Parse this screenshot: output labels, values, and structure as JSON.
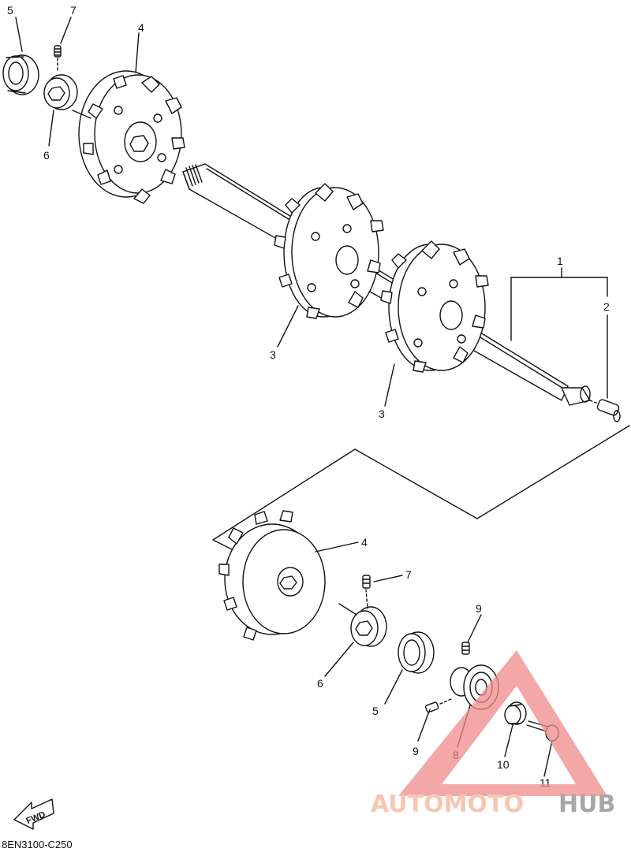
{
  "callouts": {
    "c1": "1",
    "c2": "2",
    "c3a": "3",
    "c3b": "3",
    "c4a": "4",
    "c4b": "4",
    "c5a": "5",
    "c5b": "5",
    "c6a": "6",
    "c6b": "6",
    "c7a": "7",
    "c7b": "7",
    "c8": "8",
    "c9a": "9",
    "c9b": "9",
    "c10": "10",
    "c11": "11"
  },
  "fwd_label": "FWD",
  "diagram_code": "8EN3100-C250",
  "watermark": {
    "part1": "AUTOMOTO",
    "part2": "HUB",
    "color_triangle": "#f08a8a",
    "color_text": "#f5b49a",
    "color_hub": "#8a8a8a"
  }
}
